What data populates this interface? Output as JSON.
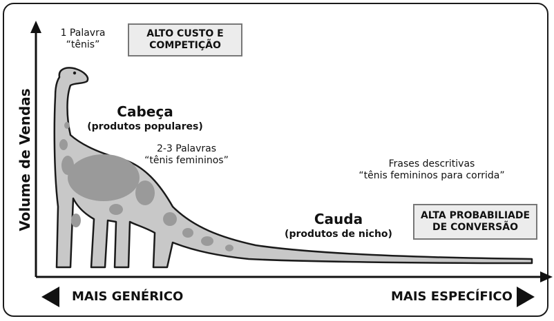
{
  "y_axis_label": "Volume de Vendas",
  "top_left_note": {
    "line1": "1 Palavra",
    "line2": "“tênis”"
  },
  "head_box": {
    "line1": "ALTO CUSTO E",
    "line2": "COMPETIÇÃO"
  },
  "head_label": {
    "title": "Cabeça",
    "subtitle": "(produtos populares)"
  },
  "mid_note": {
    "line1": "2-3 Palavras",
    "line2": "“tênis femininos”"
  },
  "long_note": {
    "line1": "Frases descritivas",
    "line2": "“tênis femininos para corrida”"
  },
  "tail_label": {
    "title": "Cauda",
    "subtitle": "(produtos de nicho)"
  },
  "tail_box": {
    "line1": "ALTA PROBABILIADE",
    "line2": "DE CONVERSÃO"
  },
  "bottom_left": "MAIS GENÉRICO",
  "bottom_right": "MAIS ESPECÍFICO",
  "colors": {
    "dino_body": "#c8c8c8",
    "dino_spots": "#9a9a9a",
    "box_fill": "#ececec",
    "stroke": "#1a1a1a"
  }
}
